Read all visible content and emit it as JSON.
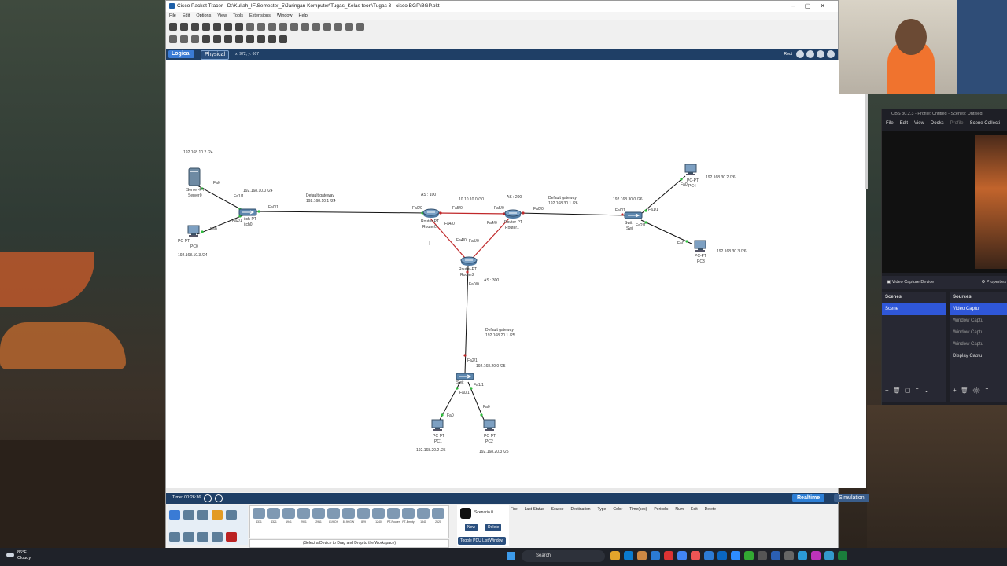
{
  "pt": {
    "title": "Cisco Packet Tracer - D:\\Kuliah_IF\\Semester_5\\Jaringan Komputer\\Tugas_Kelas teori\\Tugas 3 - cisco BGP\\BGP.pkt",
    "menu": [
      "File",
      "Edit",
      "Options",
      "View",
      "Tools",
      "Extensions",
      "Window",
      "Help"
    ],
    "tab_logical": "Logical",
    "tab_physical": "Physical",
    "coords": "x: 972, y: 607",
    "root": "Root",
    "time": "Time: 00:26:36",
    "mode_realtime": "Realtime",
    "mode_simulation": "Simulation",
    "hint": "(Select a Device to Drag and Drop to the Workspace)",
    "scenario": "Scenario 0",
    "btn_new": "New",
    "btn_delete": "Delete",
    "btn_toggle": "Toggle PDU List Window",
    "pdu_headers": [
      "Fire",
      "Last Status",
      "Source",
      "Destination",
      "Type",
      "Color",
      "Time(sec)",
      "Periodic",
      "Num",
      "Edit",
      "Delete"
    ],
    "devices": [
      "4331",
      "4321",
      "1941",
      "2901",
      "2911",
      "819IOX",
      "819HGW",
      "829",
      "1240",
      "PT-Router",
      "PT-Empty",
      "1841",
      "2620"
    ]
  },
  "topology": {
    "server_ip": "192.168.10.2 /24",
    "server_name": "Server-PT",
    "server_label": "Server0",
    "pc0_name": "PC-PT",
    "pc0_label": "PC0",
    "pc0_ip": "192.168.10.3 /24",
    "switch0_line1": "itch-PT",
    "switch0_line2": "itch0",
    "net10": "192.168.10.0 /24",
    "gw10_title": "Default gateway",
    "gw10_ip": "192.168.10.1 /24",
    "as100": "AS : 100",
    "as200": "AS : 200",
    "as300": "AS : 300",
    "net_p2p": "10.10.10.0 /30",
    "router0_line1": "Router-PT",
    "router0_line2": "Router0",
    "router1_line1": "Router-PT",
    "router1_line2": "Router1",
    "router2_line1": "Router-PT",
    "router2_line2": "Router2",
    "gw30_title": "Default gateway",
    "gw30_ip": "192.168.30.1 /26",
    "net30": "192.168.30.0 /26",
    "switch1_line1": "Swit",
    "switch1_line2": "Swi",
    "pc4_line1": "PC-PT",
    "pc4_line2": "PC4",
    "pc4_ip": "192.168.30.2 /26",
    "pc3_name": "PC-PT",
    "pc3_label": "PC3",
    "pc3_ip": "192.168.30.3 /26",
    "gw20_title": "Default gateway",
    "gw20_ip": "192.168.20.1 /25",
    "net20": "192.168.20.0 /25",
    "switch2_label": "Swit",
    "pc1_name": "PC-PT",
    "pc1_label": "PC1",
    "pc1_ip": "192.168.20.2 /25",
    "pc2_name": "PC-PT",
    "pc2_label": "PC2",
    "pc2_ip": "192.168.20.3 /25",
    "ports": {
      "fa0_server": "Fa0",
      "fa11_sw0": "Fa1/1",
      "fa21_sw0": "Fa2/1",
      "fa0_pc0": "Fa0",
      "fa01_sw0": "Fa0/1",
      "fa00_r0": "Fa0/0",
      "fa50_r0": "Fa5/0",
      "fa40_r0": "Fa4/0",
      "fa50_r1": "Fa5/0",
      "fa00_r1": "Fa0/0",
      "fa40_r1": "Fa4/0",
      "fa40_r2": "Fa4/0",
      "fa50_r2": "Fa5/0",
      "fa00_r2": "Fa0/0",
      "fa01_sw1": "Fa0/1",
      "fa11_sw1": "Fa1/1",
      "fa21_sw1": "Fa2/1",
      "fa0_pc4": "Fa0",
      "fa0_pc3": "Fa0",
      "fa21_sw2": "Fa2/1",
      "fa01_sw2": "Fa0/1",
      "fa11_sw2": "Fa1/1",
      "fa0_pc1": "Fa0",
      "fa0_pc2": "Fa0"
    }
  },
  "obs": {
    "title": "OBS 30.2.3 - Profile: Untitled - Scenes: Untitled",
    "menu": [
      "File",
      "Edit",
      "View",
      "Docks",
      "Profile",
      "Scene Collecti"
    ],
    "source_selected": "Video Capture Device",
    "properties": "Properties",
    "scenes_header": "Scenes",
    "scene_item": "Scene",
    "sources_header": "Sources",
    "sources": [
      "Video Captur",
      "Window Captu",
      "Window Captu",
      "Window Captu",
      "Display Captu"
    ]
  },
  "taskbar": {
    "temp": "86°F",
    "condition": "Cloudy",
    "search": "Search"
  },
  "colors": {
    "link_red": "#c0282a",
    "link_black": "#111111",
    "port_green": "#2ebd3c",
    "pt_blue": "#1f3f66",
    "obs_select": "#2f57d8"
  }
}
